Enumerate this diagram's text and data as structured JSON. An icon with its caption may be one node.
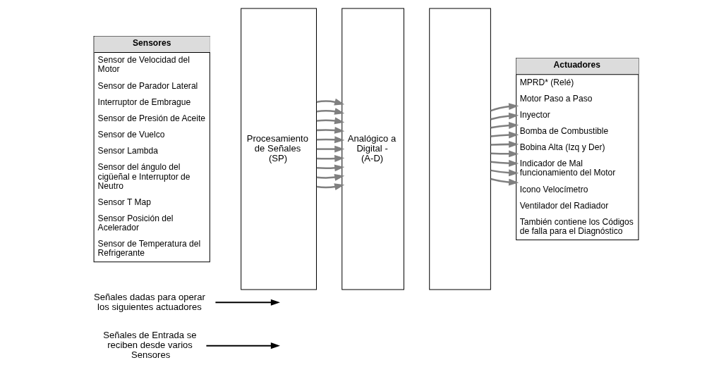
{
  "diagram": {
    "nodes": [
      {
        "text": [
          "Señales de Entrada se reciben desde varios Sensores"
        ]
      },
      {
        "text": [
          "Señales dadas para operar los siguientes actuadores"
        ]
      },
      {
        "text": [
          "Sensores",
          "Sensor de Velocidad del Motor",
          "Sensor de Parador Lateral",
          "Interruptor de Embrague",
          "Sensor de Presión de Aceite",
          "Sensor de Vuelco",
          "Sensor Lambda",
          "Sensor del ángulo del cigüeñal e Interruptor de Neutro",
          "Sensor T Map",
          "Sensor Posición del Acelerador",
          "Sensor de Temperatura del Refrigerante"
        ]
      },
      {
        "text": [
          "Procesamiento de Señales (SP)"
        ]
      },
      {
        "text": [
          "Analógico a Digital - (A-D)"
        ]
      },
      {
        "text": [],
        "shape": "box"
      },
      {
        "text": [
          "Actuadores",
          "MPRD* (Relé)",
          "Motor Paso a Paso",
          "Inyector",
          "Bomba de Combustible",
          "Bobina Alta (Izq y Der)",
          "Indicador de Mal funcionamiento del Motor",
          "Icono Velocímetro",
          "Ventilador del Radiador",
          "También contiene los Códigos de falla para el Diagnóstico"
        ]
      }
    ],
    "edges": [
      {
        "from": 0,
        "to": null,
        "arrow": "to",
        "color": "#000000"
      },
      {
        "from": 1,
        "to": null,
        "arrow": "to",
        "color": "#000000"
      },
      {
        "from": 3,
        "to": 4,
        "arrow": "to"
      },
      {
        "from": 3,
        "to": 4,
        "arrow": "to"
      },
      {
        "from": 3,
        "to": 4,
        "arrow": "to"
      },
      {
        "from": 3,
        "to": 4,
        "arrow": "to"
      },
      {
        "from": 3,
        "to": 4,
        "arrow": "to"
      },
      {
        "from": 3,
        "to": 4,
        "arrow": "to"
      },
      {
        "from": 3,
        "to": 4,
        "arrow": "to"
      },
      {
        "from": 3,
        "to": 4,
        "arrow": "to"
      },
      {
        "from": 3,
        "to": 4,
        "arrow": "to"
      },
      {
        "from": 3,
        "to": 4,
        "arrow": "to"
      },
      {
        "from": 5,
        "to": 6,
        "arrow": "to"
      },
      {
        "from": 5,
        "to": 6,
        "arrow": "to"
      },
      {
        "from": 5,
        "to": 6,
        "arrow": "to"
      },
      {
        "from": 5,
        "to": 6,
        "arrow": "to"
      },
      {
        "from": 5,
        "to": 6,
        "arrow": "to"
      },
      {
        "from": 5,
        "to": 6,
        "arrow": "to"
      },
      {
        "from": 5,
        "to": 6,
        "arrow": "to"
      },
      {
        "from": 5,
        "to": 6,
        "arrow": "to"
      },
      {
        "from": 5,
        "to": 6,
        "arrow": "to"
      }
    ]
  }
}
